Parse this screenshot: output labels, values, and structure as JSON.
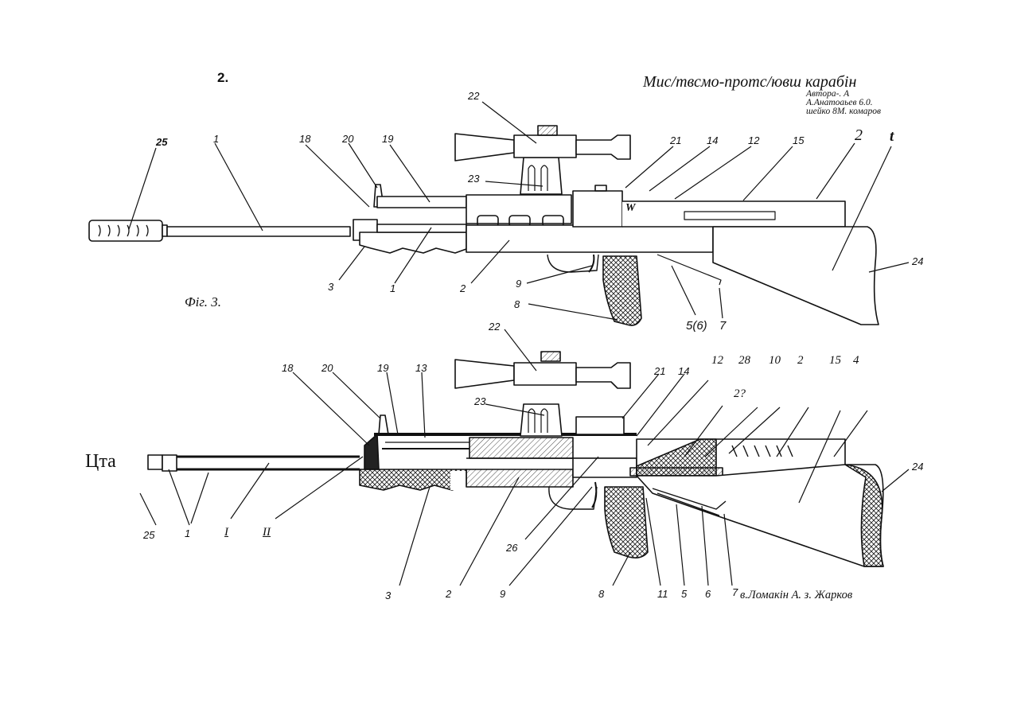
{
  "page_number": "2.",
  "title": "Мис/твсмо-протс/ювш карабін",
  "authors": [
    "Автора-. А",
    "А.Анатоаьев 6.0.",
    "шейко 8М. комаров"
  ],
  "figure_caption": "Фiг. 3.",
  "side_label": "Цта",
  "footer_credit": "в.Ломакін А. з. Жарков",
  "top_view_labels": [
    {
      "id": "t25",
      "text": "25"
    },
    {
      "id": "t1",
      "text": "1"
    },
    {
      "id": "t18",
      "text": "18"
    },
    {
      "id": "t20",
      "text": "20"
    },
    {
      "id": "t19",
      "text": "19"
    },
    {
      "id": "t22",
      "text": "22"
    },
    {
      "id": "t23",
      "text": "23"
    },
    {
      "id": "t21",
      "text": "21"
    },
    {
      "id": "t14",
      "text": "14"
    },
    {
      "id": "t12",
      "text": "12"
    },
    {
      "id": "t15",
      "text": "15"
    },
    {
      "id": "t2a",
      "text": "2"
    },
    {
      "id": "tt",
      "text": "t"
    },
    {
      "id": "tW",
      "text": "W"
    },
    {
      "id": "t24",
      "text": "24"
    },
    {
      "id": "t3",
      "text": "3"
    },
    {
      "id": "t1b",
      "text": "1"
    },
    {
      "id": "t2b",
      "text": "2"
    },
    {
      "id": "t9",
      "text": "9"
    },
    {
      "id": "t8",
      "text": "8"
    },
    {
      "id": "t56",
      "text": "5(6)"
    },
    {
      "id": "t7",
      "text": "7"
    }
  ],
  "bottom_view_labels": [
    {
      "id": "b22",
      "text": "22"
    },
    {
      "id": "b18",
      "text": "18"
    },
    {
      "id": "b20",
      "text": "20"
    },
    {
      "id": "b19",
      "text": "19"
    },
    {
      "id": "b13",
      "text": "13"
    },
    {
      "id": "b21",
      "text": "21"
    },
    {
      "id": "b14",
      "text": "14"
    },
    {
      "id": "b12",
      "text": "12"
    },
    {
      "id": "b28",
      "text": "28"
    },
    {
      "id": "b10",
      "text": "10"
    },
    {
      "id": "b2t",
      "text": "2"
    },
    {
      "id": "b15",
      "text": "15"
    },
    {
      "id": "b4",
      "text": "4"
    },
    {
      "id": "b27",
      "text": "2?"
    },
    {
      "id": "b23",
      "text": "23"
    },
    {
      "id": "b24",
      "text": "24"
    },
    {
      "id": "b25",
      "text": "25"
    },
    {
      "id": "b1",
      "text": "1"
    },
    {
      "id": "bI",
      "text": "I"
    },
    {
      "id": "bII",
      "text": "II"
    },
    {
      "id": "b26",
      "text": "26"
    },
    {
      "id": "b3",
      "text": "3"
    },
    {
      "id": "b2",
      "text": "2"
    },
    {
      "id": "b9",
      "text": "9"
    },
    {
      "id": "b8",
      "text": "8"
    },
    {
      "id": "b11",
      "text": "11"
    },
    {
      "id": "b5",
      "text": "5"
    },
    {
      "id": "b6",
      "text": "6"
    },
    {
      "id": "b7",
      "text": "7"
    }
  ]
}
